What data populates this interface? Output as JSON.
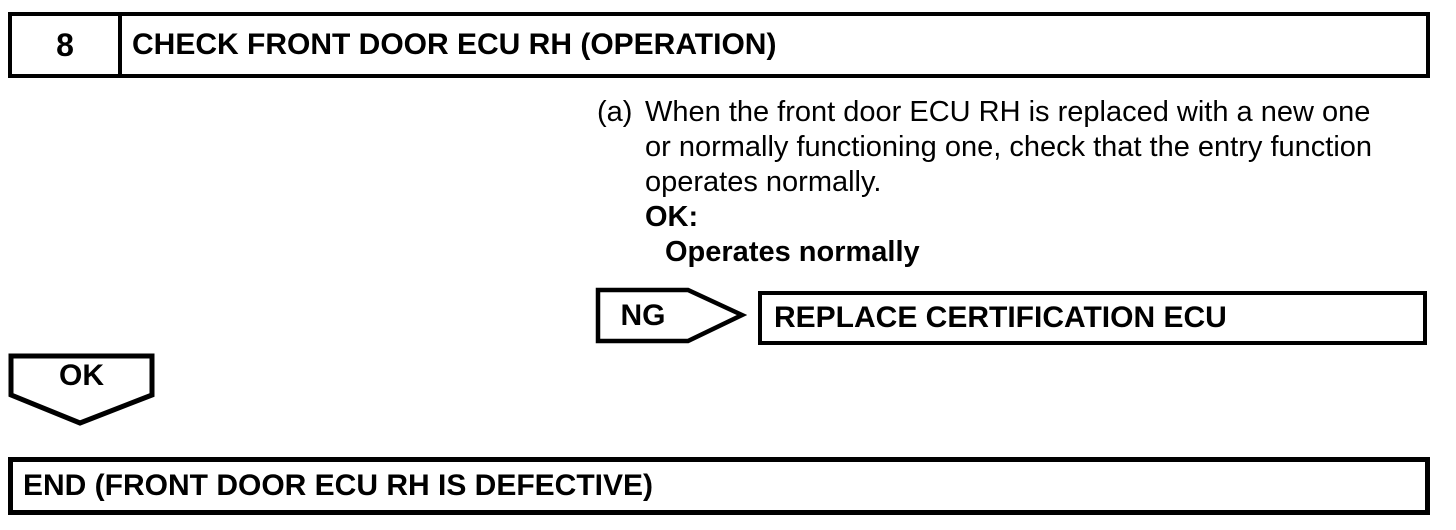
{
  "step": {
    "number": "8",
    "title": "CHECK FRONT DOOR ECU RH (OPERATION)"
  },
  "instruction": {
    "marker": "(a)",
    "lines": [
      "When the front door ECU RH is replaced with a new one",
      "or normally functioning one, check that the entry function",
      "operates normally."
    ],
    "ok_label": "OK:",
    "ok_condition": "Operates normally"
  },
  "ng_branch": {
    "label": "NG",
    "action": "REPLACE CERTIFICATION ECU"
  },
  "ok_branch": {
    "label": "OK"
  },
  "end_box": {
    "text": "END (FRONT DOOR ECU RH IS DEFECTIVE)"
  },
  "colors": {
    "ink": "#000000",
    "background": "#ffffff"
  }
}
